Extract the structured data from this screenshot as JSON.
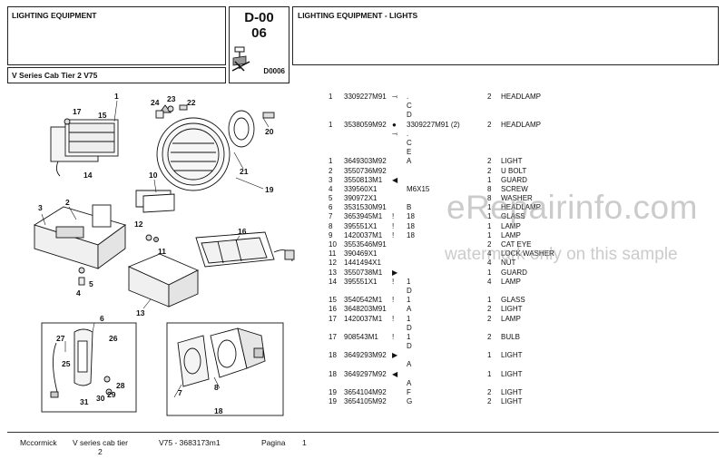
{
  "header": {
    "section_title": "LIGHTING EQUIPMENT",
    "model_title": "V Series Cab Tier 2 V75",
    "code_line1": "D-00",
    "code_line2": "06",
    "drawing_ref": "D0006",
    "page_title": "LIGHTING EQUIPMENT - LIGHTS"
  },
  "parts": [
    {
      "item": "1",
      "part": "3309227M91",
      "sym": "⤙",
      "var": ".",
      "qty": "2",
      "desc": "HEADLAMP"
    },
    {
      "item": "",
      "part": "",
      "sym": "",
      "var": "C",
      "qty": "",
      "desc": ""
    },
    {
      "item": "",
      "part": "",
      "sym": "",
      "var": "D",
      "qty": "",
      "desc": ""
    },
    {
      "item": "1",
      "part": "3538059M92",
      "sym": "●",
      "var": "3309227M91  (2)",
      "qty": "2",
      "desc": "HEADLAMP"
    },
    {
      "item": "",
      "part": "",
      "sym": "⤙",
      "var": ".",
      "qty": "",
      "desc": ""
    },
    {
      "item": "",
      "part": "",
      "sym": "",
      "var": "C",
      "qty": "",
      "desc": ""
    },
    {
      "item": "",
      "part": "",
      "sym": "",
      "var": "E",
      "qty": "",
      "desc": ""
    },
    {
      "item": "1",
      "part": "3649303M92",
      "sym": "",
      "var": "A",
      "qty": "2",
      "desc": "LIGHT"
    },
    {
      "item": "2",
      "part": "3550736M92",
      "sym": "",
      "var": "",
      "qty": "2",
      "desc": "U BOLT"
    },
    {
      "item": "3",
      "part": "3550813M1",
      "sym": "◀",
      "var": "",
      "qty": "1",
      "desc": "GUARD"
    },
    {
      "item": "4",
      "part": "339560X1",
      "sym": "",
      "var": "M6X15",
      "qty": "8",
      "desc": "SCREW"
    },
    {
      "item": "5",
      "part": "390972X1",
      "sym": "",
      "var": "",
      "qty": "8",
      "desc": "WASHER"
    },
    {
      "item": "6",
      "part": "3531530M91",
      "sym": "",
      "var": "B",
      "qty": "1",
      "desc": "HEADLAMP"
    },
    {
      "item": "7",
      "part": "3653945M1",
      "sym": "!",
      "var": "18",
      "qty": "1",
      "desc": "GLASS"
    },
    {
      "item": "8",
      "part": "395551X1",
      "sym": "!",
      "var": "18",
      "qty": "1",
      "desc": "LAMP"
    },
    {
      "item": "9",
      "part": "1420037M1",
      "sym": "!",
      "var": "18",
      "qty": "1",
      "desc": "LAMP"
    },
    {
      "item": "10",
      "part": "3553546M91",
      "sym": "",
      "var": "",
      "qty": "2",
      "desc": "CAT EYE"
    },
    {
      "item": "11",
      "part": "390469X1",
      "sym": "",
      "var": "",
      "qty": "4",
      "desc": "LOCK WASHER"
    },
    {
      "item": "12",
      "part": "1441494X1",
      "sym": "",
      "var": "",
      "qty": "4",
      "desc": "NUT"
    },
    {
      "item": "13",
      "part": "3550738M1",
      "sym": "▶",
      "var": "",
      "qty": "1",
      "desc": "GUARD"
    },
    {
      "item": "14",
      "part": "395551X1",
      "sym": "!",
      "var": "1",
      "qty": "4",
      "desc": "LAMP"
    },
    {
      "item": "",
      "part": "",
      "sym": "",
      "var": "D",
      "qty": "",
      "desc": ""
    },
    {
      "item": "15",
      "part": "3540542M1",
      "sym": "!",
      "var": "1",
      "qty": "1",
      "desc": "GLASS"
    },
    {
      "item": "16",
      "part": "3648203M91",
      "sym": "",
      "var": "A",
      "qty": "2",
      "desc": "LIGHT"
    },
    {
      "item": "17",
      "part": "1420037M1",
      "sym": "!",
      "var": "1",
      "qty": "2",
      "desc": "LAMP"
    },
    {
      "item": "",
      "part": "",
      "sym": "",
      "var": "D",
      "qty": "",
      "desc": ""
    },
    {
      "item": "17",
      "part": "908543M1",
      "sym": "!",
      "var": "1",
      "qty": "2",
      "desc": "BULB"
    },
    {
      "item": "",
      "part": "",
      "sym": "",
      "var": "D",
      "qty": "",
      "desc": ""
    },
    {
      "item": "18",
      "part": "3649293M92",
      "sym": "▶",
      "var": "",
      "qty": "1",
      "desc": "LIGHT"
    },
    {
      "item": "",
      "part": "",
      "sym": "",
      "var": "A",
      "qty": "",
      "desc": ""
    },
    {
      "item": "18",
      "part": "3649297M92",
      "sym": "◀",
      "var": "",
      "qty": "1",
      "desc": "LIGHT"
    },
    {
      "item": "",
      "part": "",
      "sym": "",
      "var": "A",
      "qty": "",
      "desc": ""
    },
    {
      "item": "19",
      "part": "3654104M92",
      "sym": "",
      "var": "F",
      "qty": "2",
      "desc": "LIGHT"
    },
    {
      "item": "19",
      "part": "3654105M92",
      "sym": "",
      "var": "G",
      "qty": "2",
      "desc": "LIGHT"
    }
  ],
  "callouts": [
    "1",
    "2",
    "3",
    "4",
    "5",
    "6",
    "7",
    "8",
    "10",
    "11",
    "12",
    "13",
    "14",
    "15",
    "16",
    "17",
    "18",
    "19",
    "20",
    "21",
    "22",
    "23",
    "24",
    "25",
    "26",
    "27",
    "28",
    "29",
    "30",
    "31"
  ],
  "watermark": {
    "main": "eRepairinfo.com",
    "sub": "watermark only on this sample"
  },
  "footer": {
    "brand": "Mccormick",
    "series": "V series cab tier",
    "series_line2": "2",
    "model": "V75 - 3683173m1",
    "page_label": "Pagina",
    "page_number": "1"
  }
}
